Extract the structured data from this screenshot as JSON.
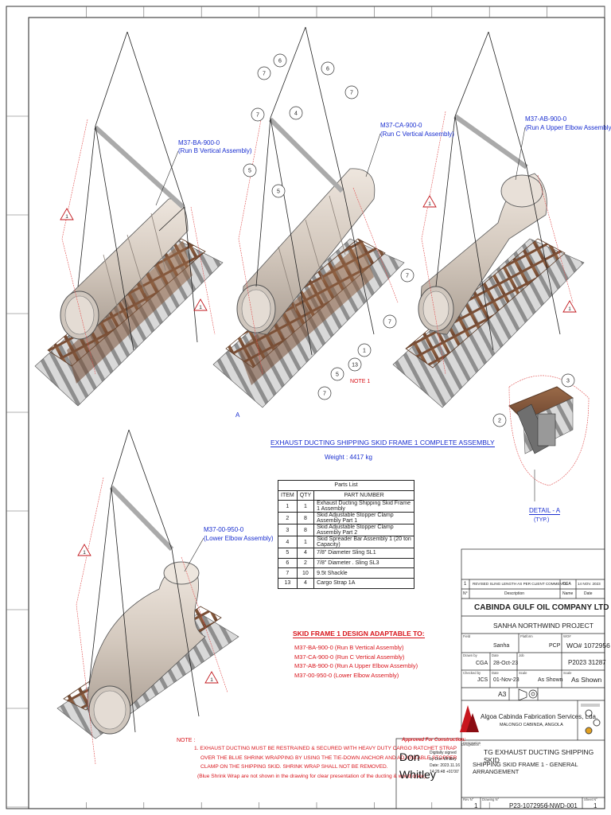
{
  "assembly_labels": [
    {
      "id": "ba",
      "code": "M37-BA-900-0",
      "desc": "(Run B Vertical Assembly)"
    },
    {
      "id": "ca",
      "code": "M37-CA-900-0",
      "desc": "(Run C Vertical Assembly)"
    },
    {
      "id": "ab",
      "code": "M37-AB-900-0",
      "desc": "(Run A Upper Elbow Assembly)"
    },
    {
      "id": "lower",
      "code": "M37-00-950-0",
      "desc": "(Lower Elbow Assembly)"
    }
  ],
  "note1_label": "NOTE 1",
  "section_marker": "A",
  "main_title": "EXHAUST DUCTING SHIPPING SKID FRAME 1 COMPLETE ASSEMBLY",
  "weight": "Weight : 4417 kg",
  "detail_title": "DETAIL - A",
  "detail_sub": "(TYP.)",
  "parts_list": {
    "title": "Parts List",
    "headers": [
      "ITEM",
      "QTY",
      "PART NUMBER"
    ],
    "rows": [
      [
        "1",
        "1",
        "Exhaust Ducting Shipping Skid Frame 1 Assembly"
      ],
      [
        "2",
        "8",
        "Skid Adjustable Stopper Clamp Assembly Part 1"
      ],
      [
        "3",
        "8",
        "Skid Adjustable Stopper Clamp Assembly Part 2"
      ],
      [
        "4",
        "1",
        "Skid Spreader Bar Assembly 1 (20 ton Capacity)"
      ],
      [
        "5",
        "4",
        "7/8\" Diameter Sling SL1"
      ],
      [
        "6",
        "2",
        "7/8\" Diameter . Sling SL3"
      ],
      [
        "7",
        "10",
        "9.5t Shackle"
      ],
      [
        "13",
        "4",
        "Cargo Strap 1A"
      ]
    ]
  },
  "adaptable": {
    "title": "SKID FRAME 1 DESIGN ADAPTABLE TO:",
    "items": [
      "M37-BA-900-0 (Run B Vertical Assembly)",
      "M37-CA-900-0 (Run C Vertical Assembly)",
      "M37-AB-900-0 (Run A Upper Elbow Assembly)",
      "M37-00-950-0 (Lower Elbow Assembly)"
    ]
  },
  "note": {
    "label": "NOTE :",
    "lines": [
      "1. EXHAUST DUCTING MUST BE RESTRAINED & SECURED WITH HEAVY DUTY CARGO RATCHET STRAP",
      "OVER THE BLUE SHRINK WRAPPING BY USING THE TIE-DOWN ANCHOR AND ADJUSTABLE STOPPER",
      "CLAMP ON THE SHIPPING SKID. SHRINK WRAP SHALL NOT BE REMOVED.",
      "(Blue Shrink Wrap are not shown in the drawing for clear presentation of the ducting & wood crate)."
    ]
  },
  "approval": {
    "label": "Approved For Construction:",
    "sig_first": "Don",
    "sig_last": "Whitley",
    "sig_text": [
      "Digitally signed",
      "by Don Whitley",
      "Date: 2023.11.16",
      "14:26:48 +01'00'"
    ],
    "designation": "Designation :"
  },
  "title_block": {
    "rev_no": "1",
    "rev_desc": "REVISED SLING LENGTH AS PER CLIENT COMMENTS",
    "rev_name": "CGA",
    "rev_date": "14 NOV. 2023",
    "hdr_no": "N°",
    "hdr_desc": "Description",
    "hdr_name": "Name",
    "hdr_date": "Date",
    "company": "CABINDA GULF OIL COMPANY LTD",
    "project": "SANHA NORTHWIND PROJECT",
    "field": "Sanha",
    "platform": "PCP",
    "wo": "WO# 1072956",
    "drawn_by": "CGA",
    "drawn_date": "28-Oct-23",
    "job": "P2023 31287",
    "checked_by": "JCS",
    "checked_date": "01-Nov-23",
    "scale_1": "As Shown",
    "scale_2": "As Shown",
    "size": "A3",
    "fab_name": "Algoa Cabinda Fabrication Services, Lda.",
    "fab_addr": "MALONGO CABINDA, ANGOLA",
    "dwg_title_1": "TG EXHAUST DUCTING SHIPPING SKID",
    "dwg_title_2": "SHIPPING SKID FRAME 1 - GENERAL ARRANGEMENT",
    "rev": "1",
    "dwg_no": "P23-1072956-NWD-001",
    "sheet": "1",
    "lbl_drawn": "Drawn by",
    "lbl_date": "Date",
    "lbl_job": "Job",
    "lbl_checked": "Checked by",
    "lbl_scale": "Scale",
    "lbl_field": "Field",
    "lbl_platform": "Platform",
    "lbl_wo": "WO#",
    "lbl_rev": "Rev N°",
    "lbl_drawing": "Drawing N°",
    "lbl_sheet": "Sheet N°",
    "lbl_designation": "Designation"
  },
  "colors": {
    "blue": "#1a2fd0",
    "red": "#d8141b",
    "wood": "#8a5a3c",
    "steel": "#c9c9c9"
  }
}
